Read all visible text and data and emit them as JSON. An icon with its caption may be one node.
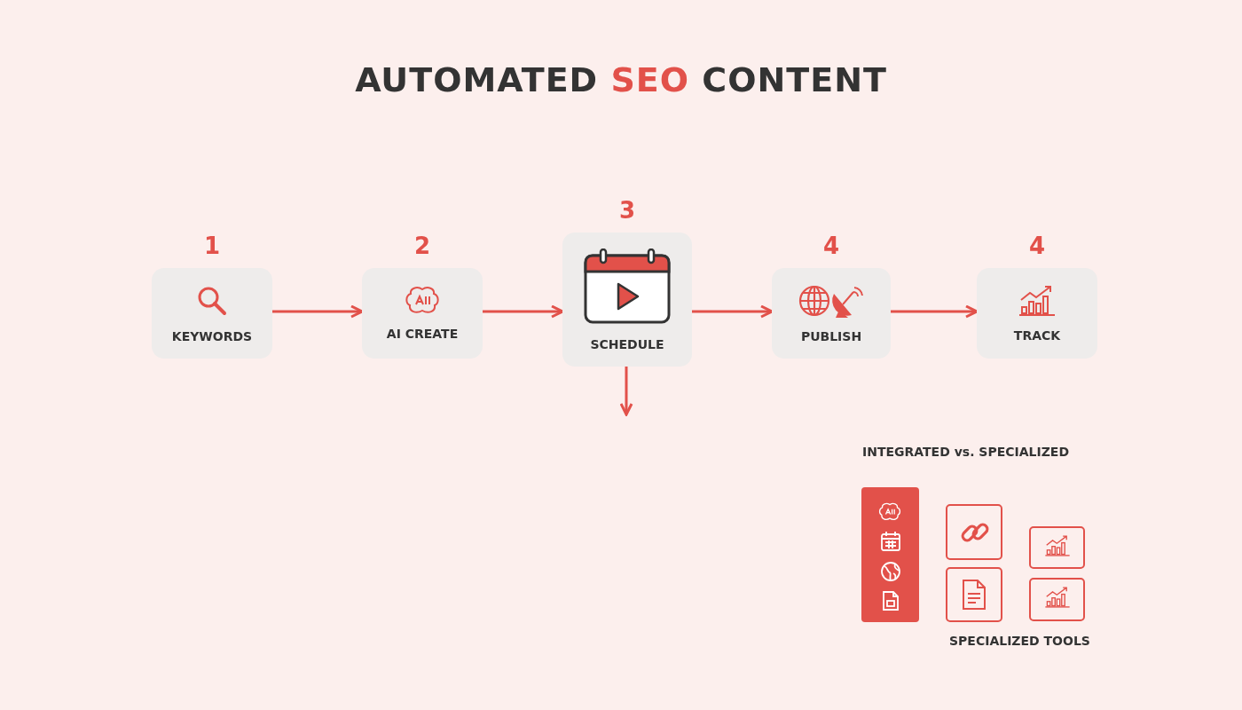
{
  "diagram": {
    "title": "AUTOMATED SEO CONTENT",
    "nodes": [
      {
        "text": [
          "KEYWORDS"
        ],
        "beside": [
          "1"
        ]
      },
      {
        "text": [
          "AI CREATE"
        ],
        "beside": [
          "2"
        ]
      },
      {
        "text": [
          "SCHEDULE"
        ],
        "beside": [
          "3"
        ]
      },
      {
        "text": [
          "PUBLISH"
        ],
        "beside": [
          "4"
        ]
      },
      {
        "text": [
          "TRACK"
        ],
        "beside": [
          "4"
        ]
      }
    ],
    "edges": [
      {
        "from": 0,
        "to": 1,
        "arrow": "to"
      },
      {
        "from": 1,
        "to": 2,
        "arrow": "to"
      },
      {
        "from": 2,
        "to": 3,
        "arrow": "to"
      },
      {
        "from": 3,
        "to": 4,
        "arrow": "to"
      },
      {
        "from": 2,
        "to": null,
        "arrow": "to"
      }
    ],
    "labels": [
      "INTEGRATED vs. SPECIALIZED",
      "SPECIALIZED TOOLS"
    ]
  }
}
